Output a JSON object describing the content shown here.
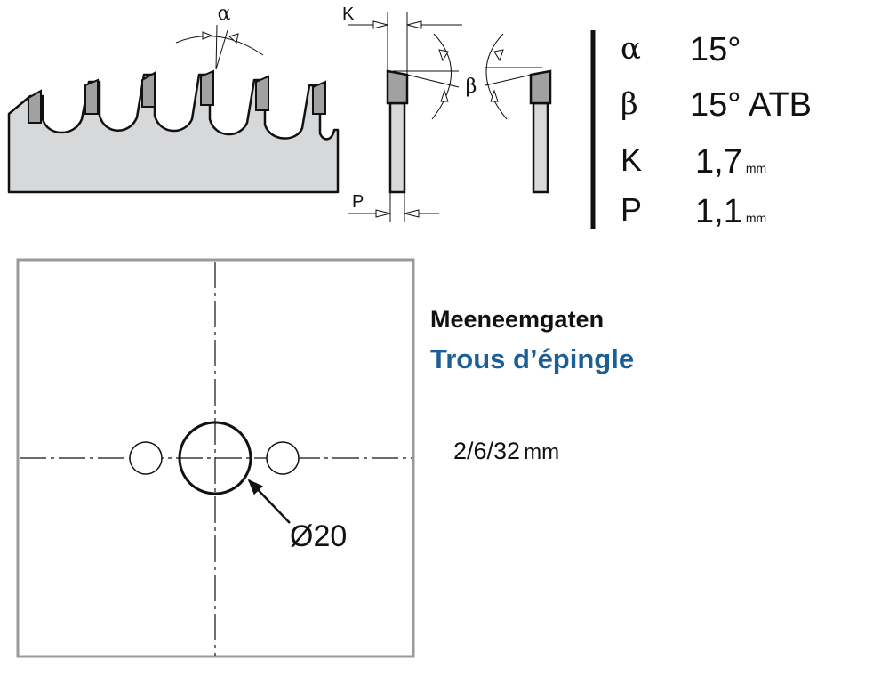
{
  "blade_labels": {
    "alpha": "α",
    "beta": "β",
    "k": "K",
    "p": "P"
  },
  "specs": [
    {
      "symbol": "α",
      "value": "15°",
      "unit": ""
    },
    {
      "symbol": "β",
      "value": "15° ATB",
      "unit": ""
    },
    {
      "symbol": "K",
      "value": "1,7",
      "unit": "mm"
    },
    {
      "symbol": "P",
      "value": "1,1",
      "unit": "mm"
    }
  ],
  "bore": {
    "diameter_label": "Ø20"
  },
  "pinholes": {
    "title_nl": "Meeneemgaten",
    "title_fr": "Trous d’épingle",
    "spec": "2/6/32",
    "unit": "mm"
  },
  "colors": {
    "blade_fill": "#d7d8da",
    "frame_gray": "#9a9a9a",
    "title_blue": "#1c5e96",
    "ink": "#111111"
  }
}
